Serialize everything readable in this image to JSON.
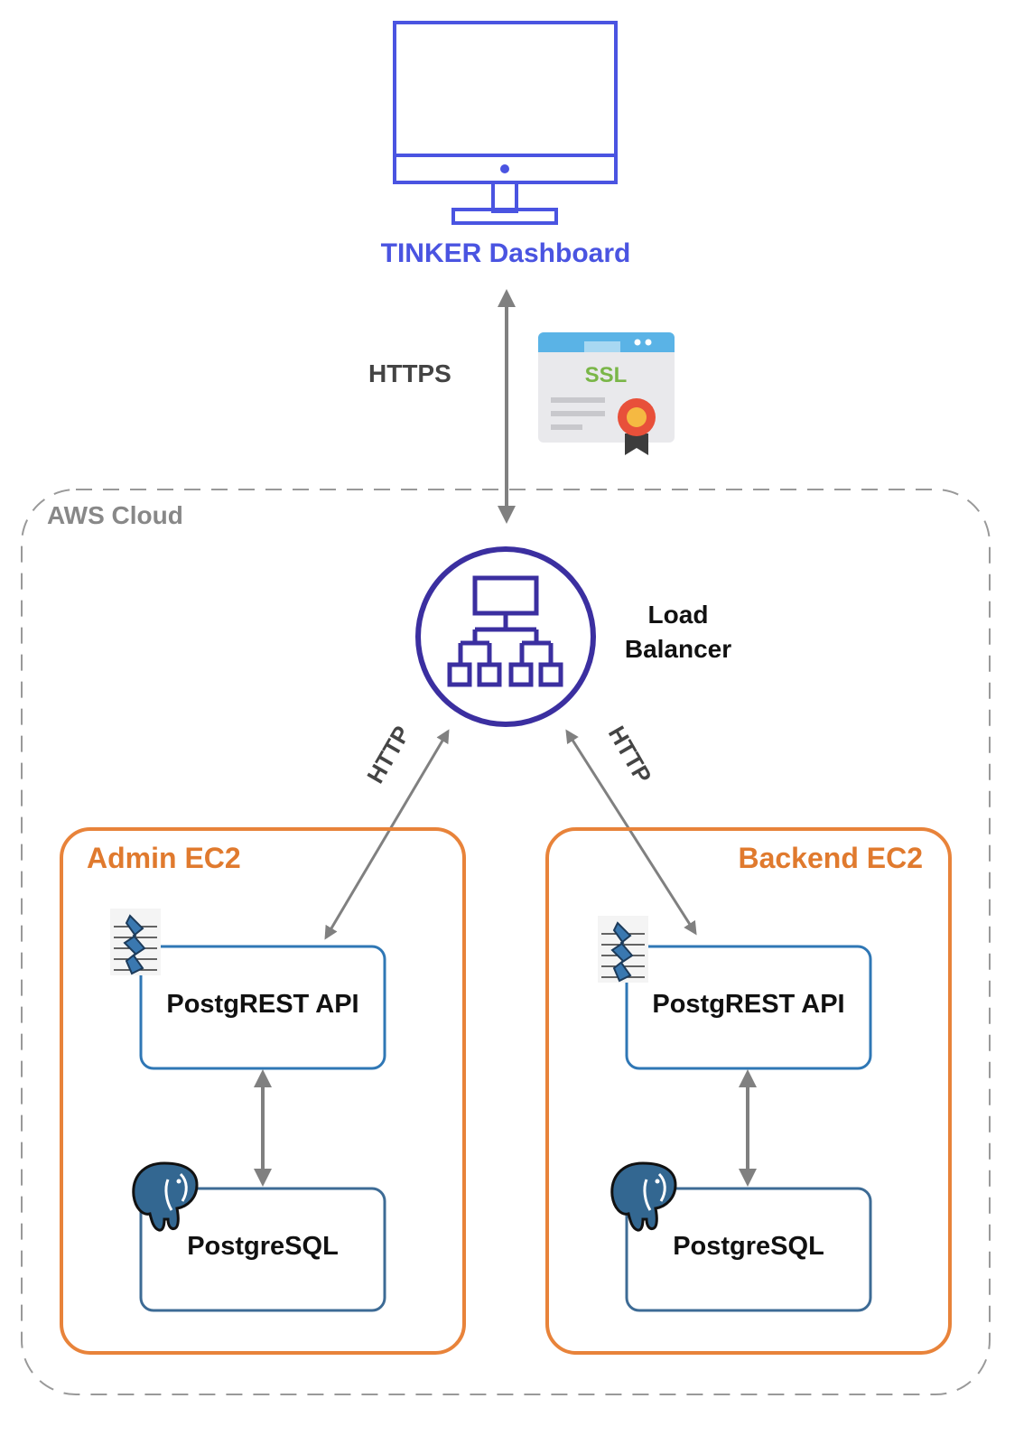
{
  "dashboard": {
    "label": "TINKER Dashboard",
    "icon": "monitor-icon",
    "color": "#4a54e1"
  },
  "link_top": {
    "protocol": "HTTPS"
  },
  "certificate": {
    "text": "SSL",
    "icon": "ssl-certificate-icon"
  },
  "cloud": {
    "label": "AWS Cloud"
  },
  "load_balancer": {
    "label_line1": "Load",
    "label_line2": "Balancer",
    "icon": "load-balancer-icon",
    "color": "#3b2fa0"
  },
  "link_left": {
    "protocol": "HTTP"
  },
  "link_right": {
    "protocol": "HTTP"
  },
  "admin": {
    "title": "Admin EC2",
    "api_label": "PostgREST API",
    "db_label": "PostgreSQL"
  },
  "backend": {
    "title": "Backend EC2",
    "api_label": "PostgREST API",
    "db_label": "PostgreSQL"
  },
  "colors": {
    "ec2": "#e8833a",
    "service": "#2f77b5",
    "arrow": "#808080",
    "cloud_border": "#999999"
  }
}
